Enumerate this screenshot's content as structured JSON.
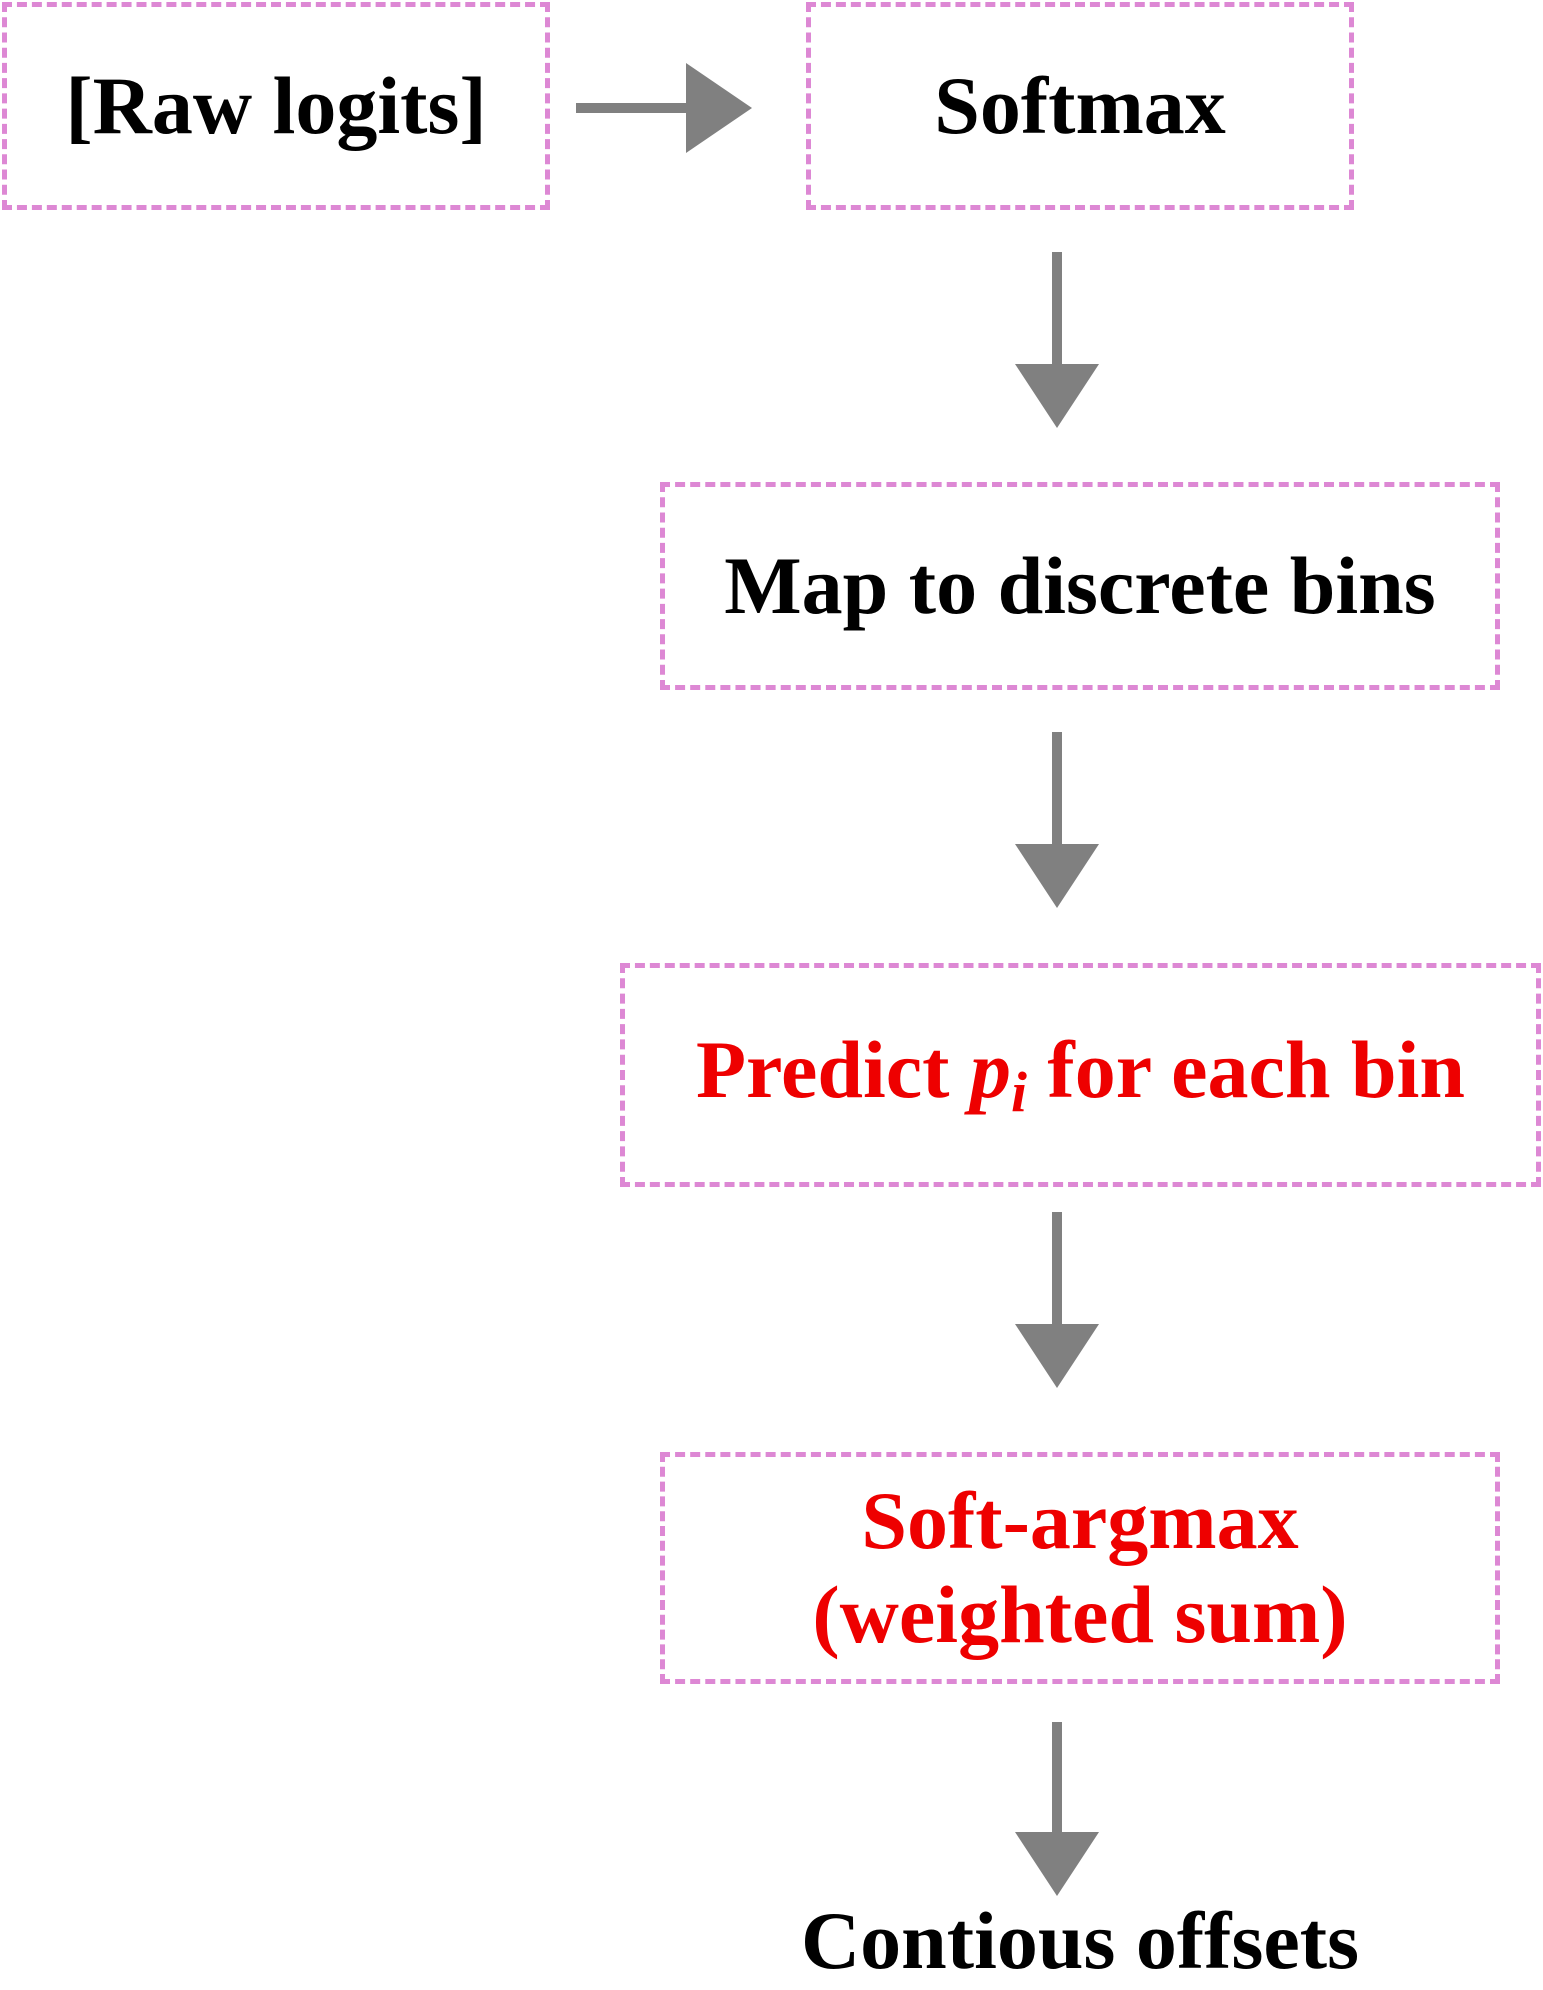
{
  "colors": {
    "box_border": "#dd88d4",
    "arrow": "#808080",
    "emphasis_text": "#ee0000",
    "normal_text": "#000000"
  },
  "nodes": {
    "raw_logits": "[Raw logits]",
    "softmax": "Softmax",
    "map_bins": "Map to discrete bins",
    "predict": {
      "before": "Predict ",
      "symbol": "p",
      "subscript": "i",
      "after": " for each bin"
    },
    "soft_argmax": {
      "line1": "Soft-argmax",
      "line2": "(weighted sum)"
    },
    "output": "Contious offsets"
  },
  "edges": [
    {
      "from": "raw_logits",
      "to": "softmax"
    },
    {
      "from": "softmax",
      "to": "map_bins"
    },
    {
      "from": "map_bins",
      "to": "predict"
    },
    {
      "from": "predict",
      "to": "soft_argmax"
    },
    {
      "from": "soft_argmax",
      "to": "output"
    }
  ]
}
